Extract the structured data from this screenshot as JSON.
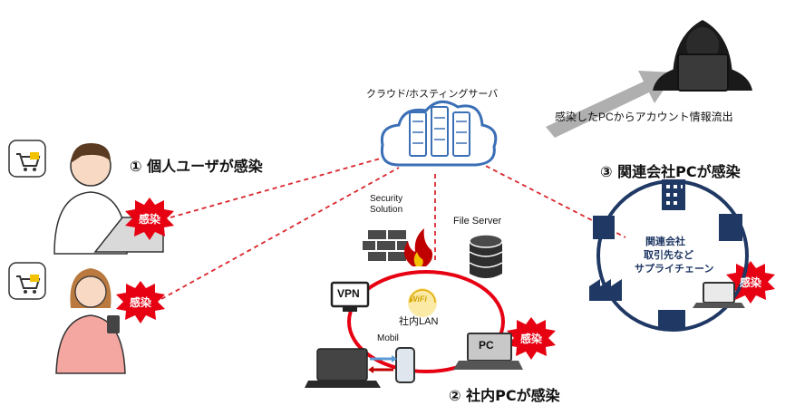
{
  "diagram": {
    "cloud_label": "クラウド/ホスティングサーバ",
    "exfil_label": "感染したPCからアカウント情報流出",
    "stage1_title": "① 個人ユーザが感染",
    "stage2_title": "② 社内PCが感染",
    "stage3_title": "③ 関連会社PCが感染",
    "security_label_1": "Security",
    "security_label_2": "Solution",
    "file_server_label": "File Server",
    "vpn_label": "VPN",
    "wifi_label": "WiFi",
    "lan_label": "社内LAN",
    "mobil_label": "Mobil",
    "pc_label": "PC",
    "infected_badge": "感染",
    "affiliate_line1": "関連会社",
    "affiliate_line2": "取引先など",
    "affiliate_line3": "サプライチェーン",
    "colors": {
      "infected_red": "#e60012",
      "link_dash": "#d9262c",
      "lan_ring": "#e60012",
      "navy": "#1f3864",
      "cloud_blue": "#3b6fb6",
      "arrow_gray": "#a6a6a6"
    }
  }
}
